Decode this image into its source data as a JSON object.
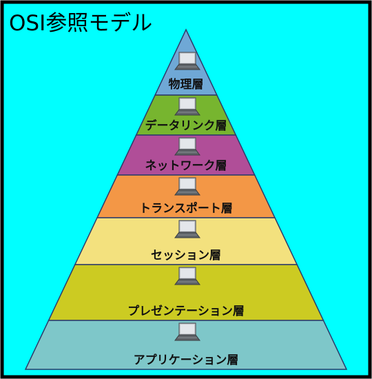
{
  "title": "OSI参照モデル",
  "colors": {
    "background": "#00FFFF",
    "border": "#000000",
    "outline": "#2D3B6A"
  },
  "layers": [
    {
      "label": "物理層",
      "color": "#6FA8D6",
      "icon": "laptop-icon"
    },
    {
      "label": "データリンク層",
      "color": "#77B52F",
      "icon": "laptop-icon"
    },
    {
      "label": "ネットワーク層",
      "color": "#B04E98",
      "icon": "laptop-icon"
    },
    {
      "label": "トランスポート層",
      "color": "#F39746",
      "icon": "laptop-icon"
    },
    {
      "label": "セッション層",
      "color": "#F3E17E",
      "icon": "laptop-icon"
    },
    {
      "label": "プレゼンテーション層",
      "color": "#CCCB22",
      "icon": "laptop-icon"
    },
    {
      "label": "アプリケーション層",
      "color": "#7EC7C9",
      "icon": "laptop-icon"
    }
  ]
}
